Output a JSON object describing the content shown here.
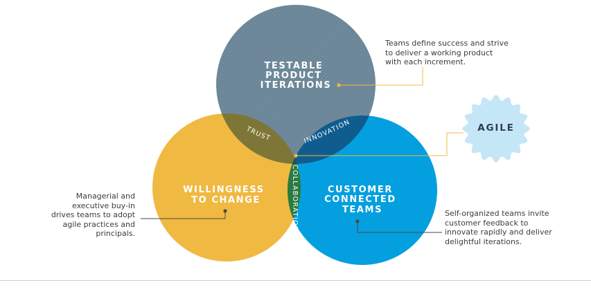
{
  "circles": {
    "top": {
      "lines": [
        "TESTABLE",
        "PRODUCT",
        "ITERATIONS"
      ],
      "color": "#6a8597"
    },
    "left": {
      "lines": [
        "WILLINGNESS",
        "TO CHANGE"
      ],
      "color": "#f0b941"
    },
    "right": {
      "lines": [
        "CUSTOMER",
        "CONNECTED",
        "TEAMS"
      ],
      "color": "#049fdf"
    }
  },
  "overlaps": {
    "trust": "TRUST",
    "innovation": "INNOVATION",
    "collaboration": "COLLABORATION",
    "colors": {
      "trust": "#7e7636",
      "innovation": "#0f5d8f",
      "collaboration": "#2d7a3f"
    }
  },
  "center_badge": {
    "label": "AGILE",
    "color": "#c5e6f6"
  },
  "notes": {
    "top": [
      "Teams define success and strive",
      "to deliver a working product",
      "with each increment."
    ],
    "left": [
      "Managerial and",
      "executive buy-in",
      "drives teams to adopt",
      "agile practices and",
      "principals."
    ],
    "right": [
      "Self-organized teams invite",
      "customer feedback to",
      "innovate rapidly and deliver",
      "delightful iterations."
    ]
  },
  "accent_colors": {
    "connector_orange": "#f0b941",
    "connector_dark": "#4a4a4a"
  }
}
